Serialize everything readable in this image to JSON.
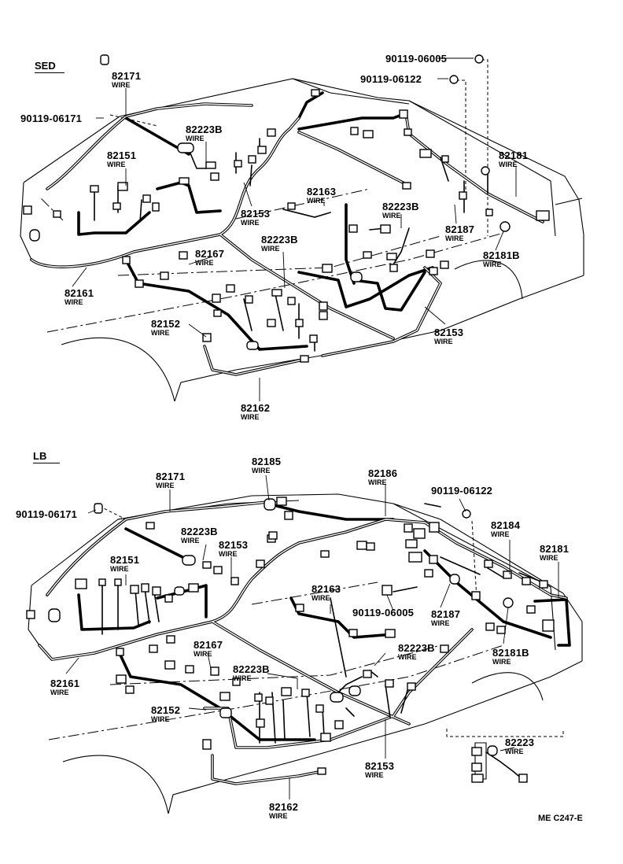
{
  "sections": {
    "sed": {
      "heading": "SED",
      "parts": [
        {
          "id": "p-82171",
          "number": "82171",
          "sub": "WIRE"
        },
        {
          "id": "p-90119-06171",
          "number": "90119-06171",
          "sub": ""
        },
        {
          "id": "p-82223b-a",
          "number": "82223B",
          "sub": "WIRE"
        },
        {
          "id": "p-82151",
          "number": "82151",
          "sub": "WIRE"
        },
        {
          "id": "p-82153-a",
          "number": "82153",
          "sub": "WIRE"
        },
        {
          "id": "p-82163",
          "number": "82163",
          "sub": "WIRE"
        },
        {
          "id": "p-82223b-b",
          "number": "82223B",
          "sub": "WIRE"
        },
        {
          "id": "p-82223b-c",
          "number": "82223B",
          "sub": "WIRE"
        },
        {
          "id": "p-82167",
          "number": "82167",
          "sub": "WIRE"
        },
        {
          "id": "p-82161",
          "number": "82161",
          "sub": "WIRE"
        },
        {
          "id": "p-82152",
          "number": "82152",
          "sub": "WIRE"
        },
        {
          "id": "p-82162",
          "number": "82162",
          "sub": "WIRE"
        },
        {
          "id": "p-82153-b",
          "number": "82153",
          "sub": "WIRE"
        },
        {
          "id": "p-82187",
          "number": "82187",
          "sub": "WIRE"
        },
        {
          "id": "p-82181b",
          "number": "82181B",
          "sub": "WIRE"
        },
        {
          "id": "p-82181",
          "number": "82181",
          "sub": "WIRE"
        },
        {
          "id": "p-90119-06005",
          "number": "90119-06005",
          "sub": ""
        },
        {
          "id": "p-90119-06122",
          "number": "90119-06122",
          "sub": ""
        }
      ]
    },
    "lb": {
      "heading": "LB",
      "parts": [
        {
          "id": "p-82171",
          "number": "82171",
          "sub": "WIRE"
        },
        {
          "id": "p-90119-06171",
          "number": "90119-06171",
          "sub": ""
        },
        {
          "id": "p-82185",
          "number": "82185",
          "sub": "WIRE"
        },
        {
          "id": "p-82186",
          "number": "82186",
          "sub": "WIRE"
        },
        {
          "id": "p-90119-06122",
          "number": "90119-06122",
          "sub": ""
        },
        {
          "id": "p-82184",
          "number": "82184",
          "sub": "WIRE"
        },
        {
          "id": "p-82181",
          "number": "82181",
          "sub": "WIRE"
        },
        {
          "id": "p-82223b-a",
          "number": "82223B",
          "sub": "WIRE"
        },
        {
          "id": "p-82153-a",
          "number": "82153",
          "sub": "WIRE"
        },
        {
          "id": "p-82151",
          "number": "82151",
          "sub": "WIRE"
        },
        {
          "id": "p-82163",
          "number": "82163",
          "sub": "WIRE"
        },
        {
          "id": "p-90119-06005",
          "number": "90119-06005",
          "sub": ""
        },
        {
          "id": "p-82187",
          "number": "82187",
          "sub": "WIRE"
        },
        {
          "id": "p-82181b",
          "number": "82181B",
          "sub": "WIRE"
        },
        {
          "id": "p-82161",
          "number": "82161",
          "sub": "WIRE"
        },
        {
          "id": "p-82167",
          "number": "82167",
          "sub": "WIRE"
        },
        {
          "id": "p-82223b-b",
          "number": "82223B",
          "sub": "WIRE"
        },
        {
          "id": "p-82223b-c",
          "number": "82223B",
          "sub": "WIRE"
        },
        {
          "id": "p-82152",
          "number": "82152",
          "sub": "WIRE"
        },
        {
          "id": "p-82153-b",
          "number": "82153",
          "sub": "WIRE"
        },
        {
          "id": "p-82162",
          "number": "82162",
          "sub": "WIRE"
        },
        {
          "id": "p-82223",
          "number": "82223",
          "sub": "WIRE"
        }
      ]
    }
  },
  "diagram_code": "ME C247-E",
  "colors": {
    "ink": "#000000",
    "paper": "#ffffff"
  }
}
